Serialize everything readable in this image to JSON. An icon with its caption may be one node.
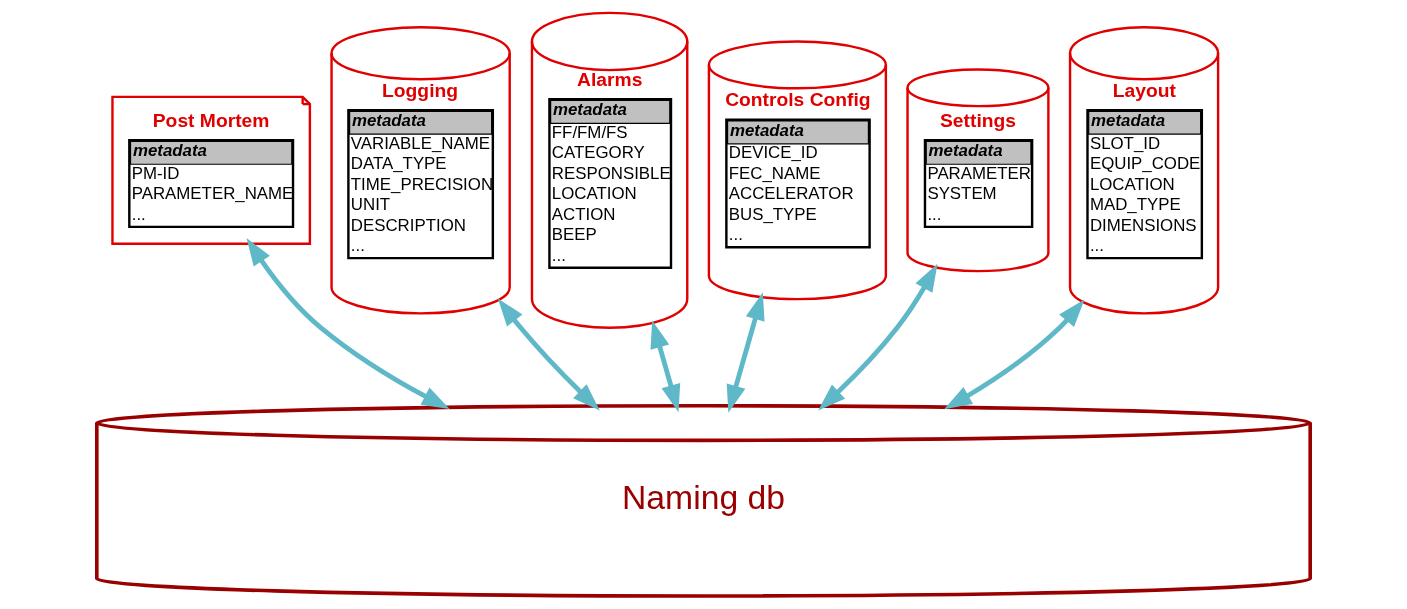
{
  "diagram": {
    "nodes": [
      {
        "text": [
          "Post Mortem",
          "metadata",
          "PM-ID",
          "PARAMETER_NAME",
          "..."
        ]
      },
      {
        "text": [
          "Logging",
          "metadata",
          "VARIABLE_NAME",
          "DATA_TYPE",
          "TIME_PRECISION",
          "UNIT",
          "DESCRIPTION",
          "..."
        ]
      },
      {
        "text": [
          "Alarms",
          "metadata",
          "FF/FM/FS",
          "CATEGORY",
          "RESPONSIBLE",
          "LOCATION",
          "ACTION",
          "BEEP",
          "..."
        ]
      },
      {
        "text": [
          "Controls Config",
          "metadata",
          "DEVICE_ID",
          "FEC_NAME",
          "ACCELERATOR",
          "BUS_TYPE",
          "..."
        ]
      },
      {
        "text": [
          "Settings",
          "metadata",
          "PARAMETER",
          "SYSTEM",
          "..."
        ]
      },
      {
        "text": [
          "Layout",
          "metadata",
          "SLOT_ID",
          "EQUIP_CODE",
          "LOCATION",
          "MAD_TYPE",
          "DIMENSIONS",
          "..."
        ]
      },
      {
        "text": [
          "Naming db"
        ]
      }
    ],
    "edges": [
      {
        "from": 0,
        "to": 6,
        "arrow": "both"
      },
      {
        "from": 1,
        "to": 6,
        "arrow": "both"
      },
      {
        "from": 2,
        "to": 6,
        "arrow": "both"
      },
      {
        "from": 3,
        "to": 6,
        "arrow": "both"
      },
      {
        "from": 4,
        "to": 6,
        "arrow": "both"
      },
      {
        "from": 5,
        "to": 6,
        "arrow": "both"
      }
    ]
  }
}
